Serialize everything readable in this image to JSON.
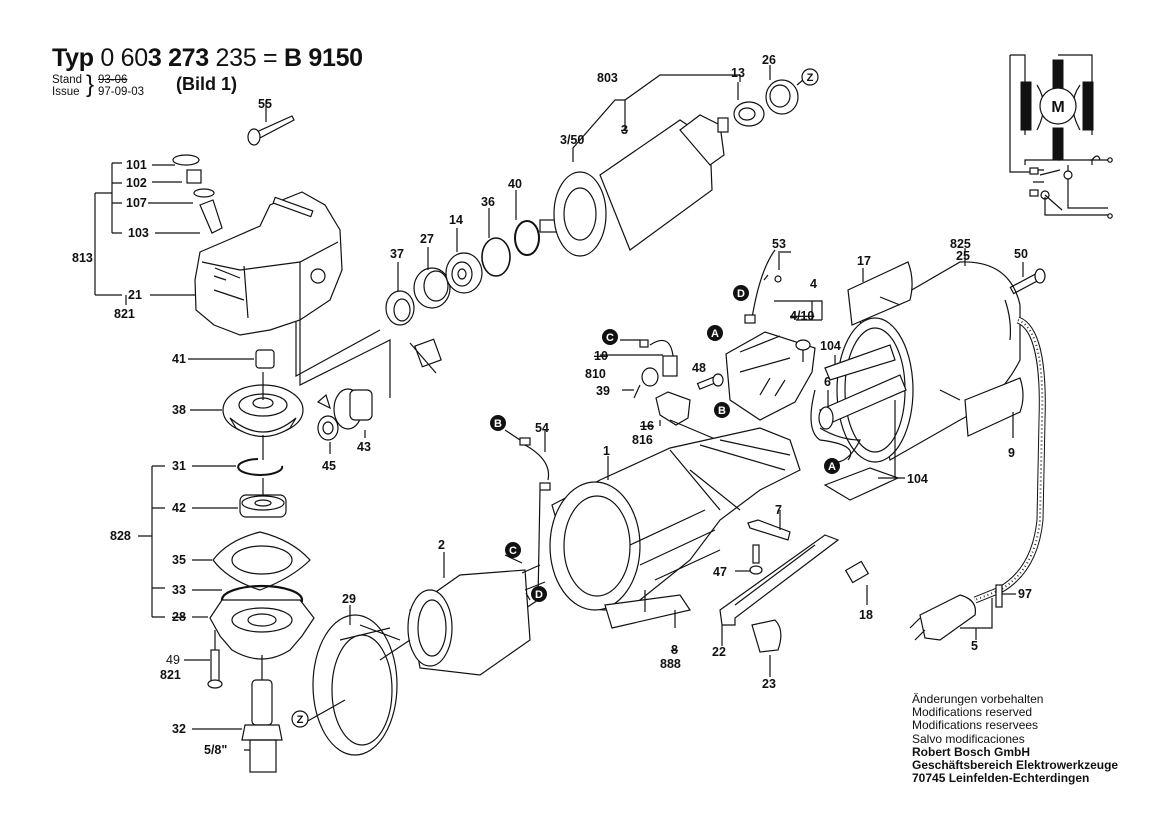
{
  "header": {
    "typ_prefix": "Typ",
    "typ_code_a": "0 60",
    "typ_code_b": "3 273",
    "typ_code_c": "235 =",
    "typ_model": "B 9150",
    "stand_label": "Stand",
    "issue_label": "Issue",
    "stand_value": "93-06",
    "issue_value": "97-09-03",
    "bild": "(Bild 1)"
  },
  "footer": {
    "lines": [
      "Änderungen vorbehalten",
      "Modifications reserved",
      "Modifications reservees",
      "Salvo modificaciones"
    ],
    "company": "Robert Bosch GmbH",
    "division": "Geschäftsbereich Elektrowerkzeuge",
    "address": "70745 Leinfelden-Echterdingen"
  },
  "schematic": {
    "motor_label": "M"
  },
  "reference_markers": {
    "A": "A",
    "B": "B",
    "C": "C",
    "D": "D",
    "Z": "Z"
  },
  "part_labels": {
    "p55": "55",
    "p101": "101",
    "p102": "102",
    "p107": "107",
    "p103": "103",
    "p813": "813",
    "p21": "21",
    "p821a": "821",
    "p41": "41",
    "p38": "38",
    "p45": "45",
    "p43": "43",
    "p31": "31",
    "p42": "42",
    "p828": "828",
    "p35": "35",
    "p33": "33",
    "p28": "28",
    "p49": "49",
    "p821b": "821",
    "p32": "32",
    "p58": "5/8\"",
    "p37": "37",
    "p27": "27",
    "p14": "14",
    "p36": "36",
    "p40": "40",
    "p803": "803",
    "p350": "3/50",
    "p3": "3",
    "p13": "13",
    "p26": "26",
    "p53": "53",
    "p4": "4",
    "p410": "4/10",
    "p810": "810",
    "p10": "10",
    "p39": "39",
    "p48": "48",
    "p16": "16",
    "p816": "816",
    "p54": "54",
    "p1": "1",
    "p2": "2",
    "p29": "29",
    "p825": "825",
    "p25": "25",
    "p50": "50",
    "p17": "17",
    "p104a": "104",
    "p6": "6",
    "p9": "9",
    "p104b": "104",
    "p7": "7",
    "p47": "47",
    "p18": "18",
    "p22": "22",
    "p23": "23",
    "p8": "8",
    "p888": "888",
    "p97": "97",
    "p5": "5"
  }
}
